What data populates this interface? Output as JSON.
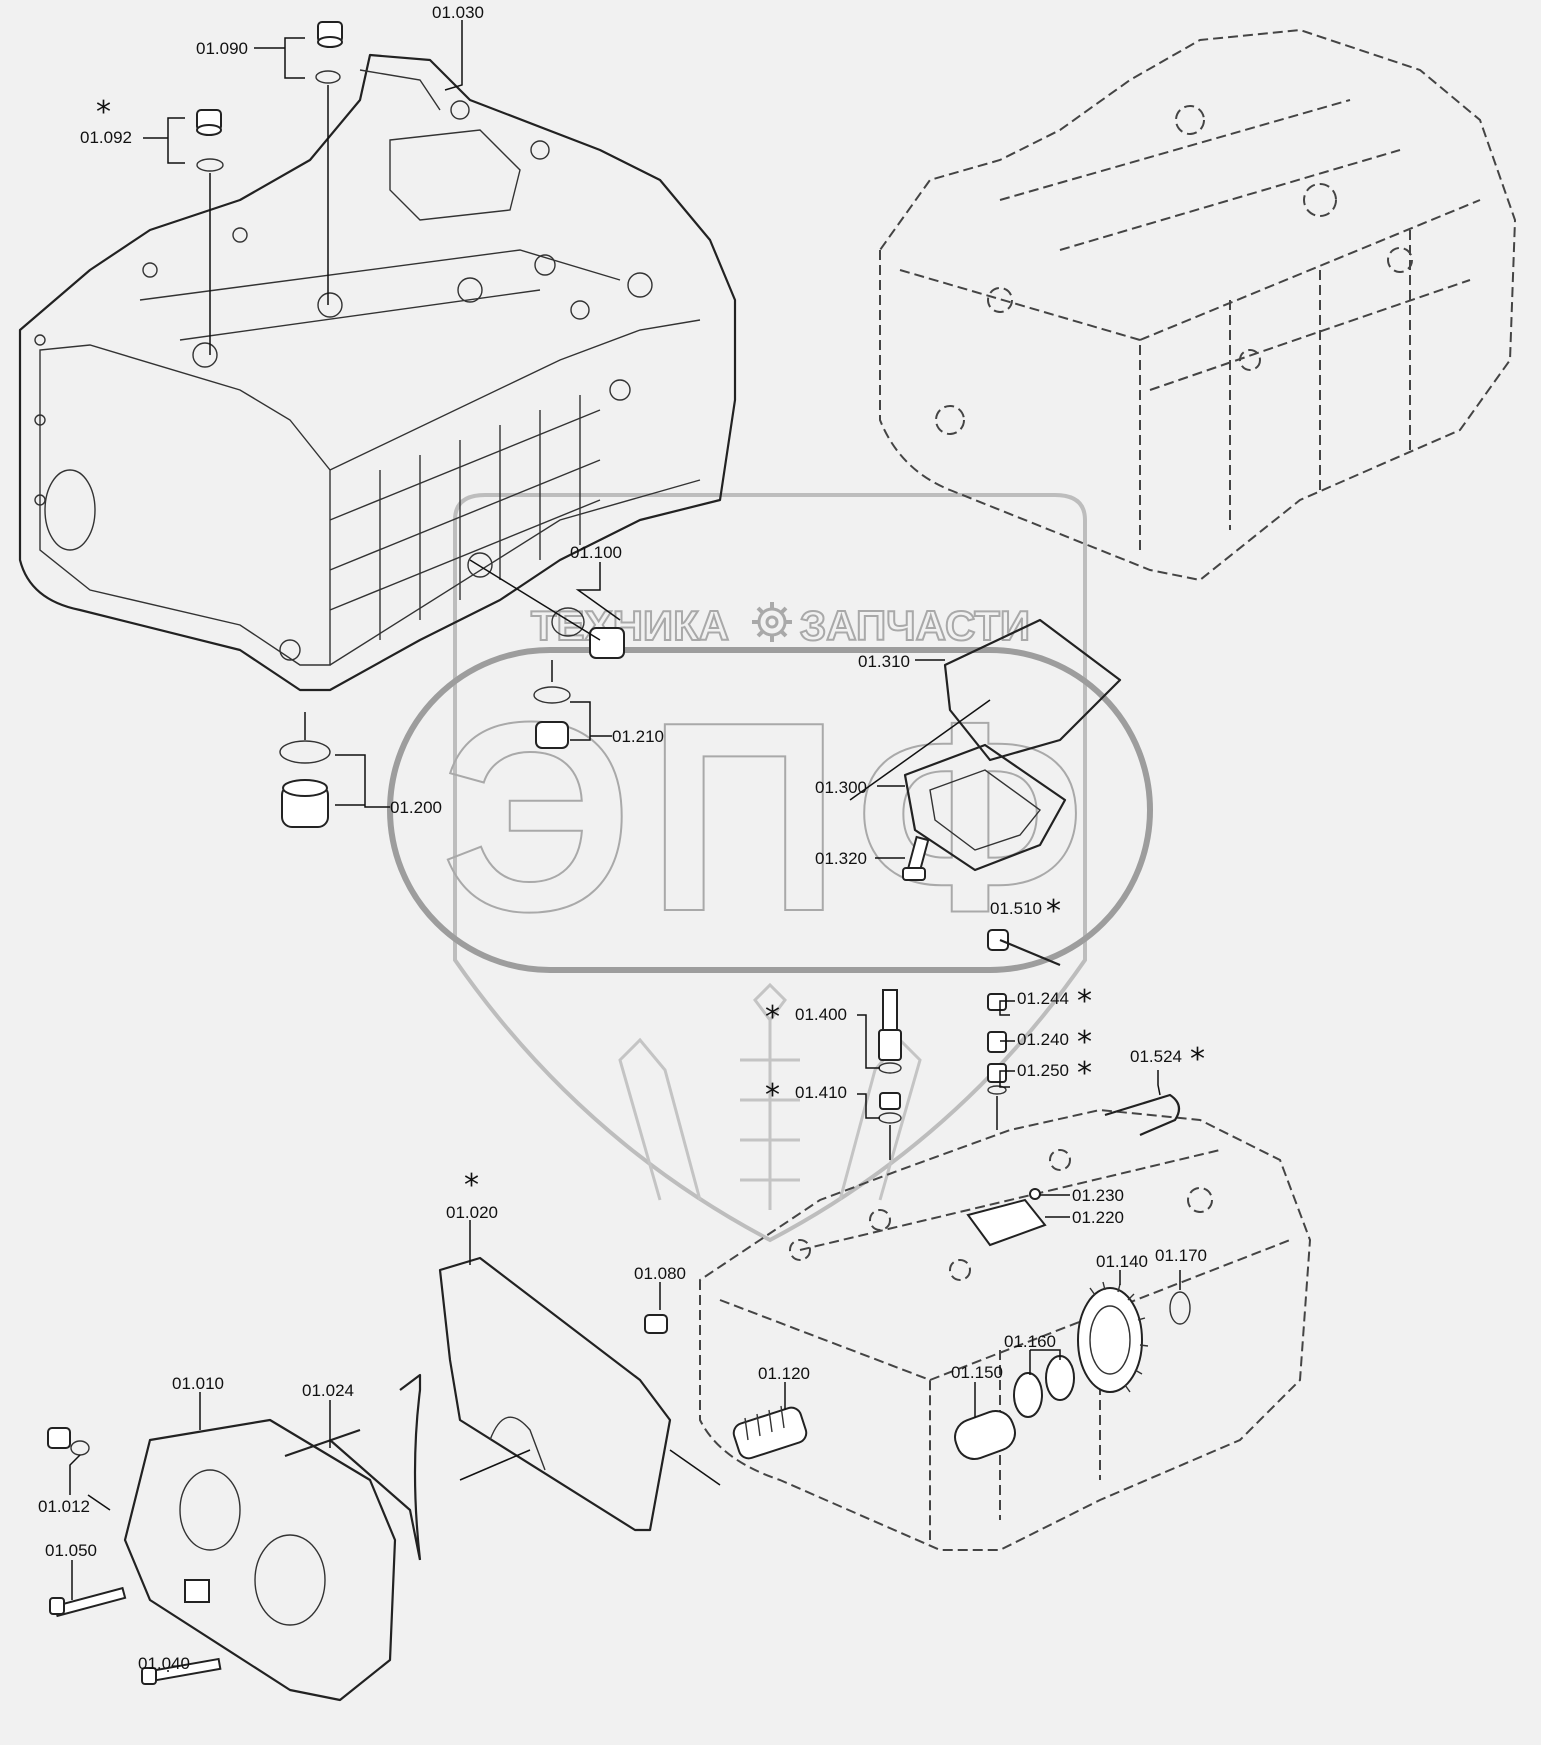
{
  "watermark": {
    "brand_left": "ТЕХНИКА",
    "brand_right": "ЗАПЧАСТИ",
    "monogram": "ЭПФ"
  },
  "labels": [
    {
      "id": "01.030",
      "text": "01.030",
      "star": false
    },
    {
      "id": "01.090",
      "text": "01.090",
      "star": false
    },
    {
      "id": "01.092",
      "text": "01.092",
      "star": true
    },
    {
      "id": "01.100",
      "text": "01.100",
      "star": false
    },
    {
      "id": "01.210",
      "text": "01.210",
      "star": false
    },
    {
      "id": "01.200",
      "text": "01.200",
      "star": false
    },
    {
      "id": "01.310",
      "text": "01.310",
      "star": false
    },
    {
      "id": "01.300",
      "text": "01.300",
      "star": false
    },
    {
      "id": "01.320",
      "text": "01.320",
      "star": false
    },
    {
      "id": "01.510",
      "text": "01.510",
      "star": true
    },
    {
      "id": "01.244",
      "text": "01.244",
      "star": true
    },
    {
      "id": "01.240",
      "text": "01.240",
      "star": true
    },
    {
      "id": "01.250",
      "text": "01.250",
      "star": true
    },
    {
      "id": "01.524",
      "text": "01.524",
      "star": true
    },
    {
      "id": "01.400",
      "text": "01.400",
      "star": true
    },
    {
      "id": "01.410",
      "text": "01.410",
      "star": true
    },
    {
      "id": "01.230",
      "text": "01.230",
      "star": false
    },
    {
      "id": "01.220",
      "text": "01.220",
      "star": false
    },
    {
      "id": "01.020",
      "text": "01.020",
      "star": true
    },
    {
      "id": "01.080",
      "text": "01.080",
      "star": false
    },
    {
      "id": "01.140",
      "text": "01.140",
      "star": false
    },
    {
      "id": "01.170",
      "text": "01.170",
      "star": false
    },
    {
      "id": "01.160",
      "text": "01.160",
      "star": false
    },
    {
      "id": "01.150",
      "text": "01.150",
      "star": false
    },
    {
      "id": "01.120",
      "text": "01.120",
      "star": false
    },
    {
      "id": "01.010",
      "text": "01.010",
      "star": false
    },
    {
      "id": "01.024",
      "text": "01.024",
      "star": false
    },
    {
      "id": "01.012",
      "text": "01.012",
      "star": false
    },
    {
      "id": "01.050",
      "text": "01.050",
      "star": false
    },
    {
      "id": "01.040",
      "text": "01.040",
      "star": false
    }
  ],
  "star_symbol": "*"
}
